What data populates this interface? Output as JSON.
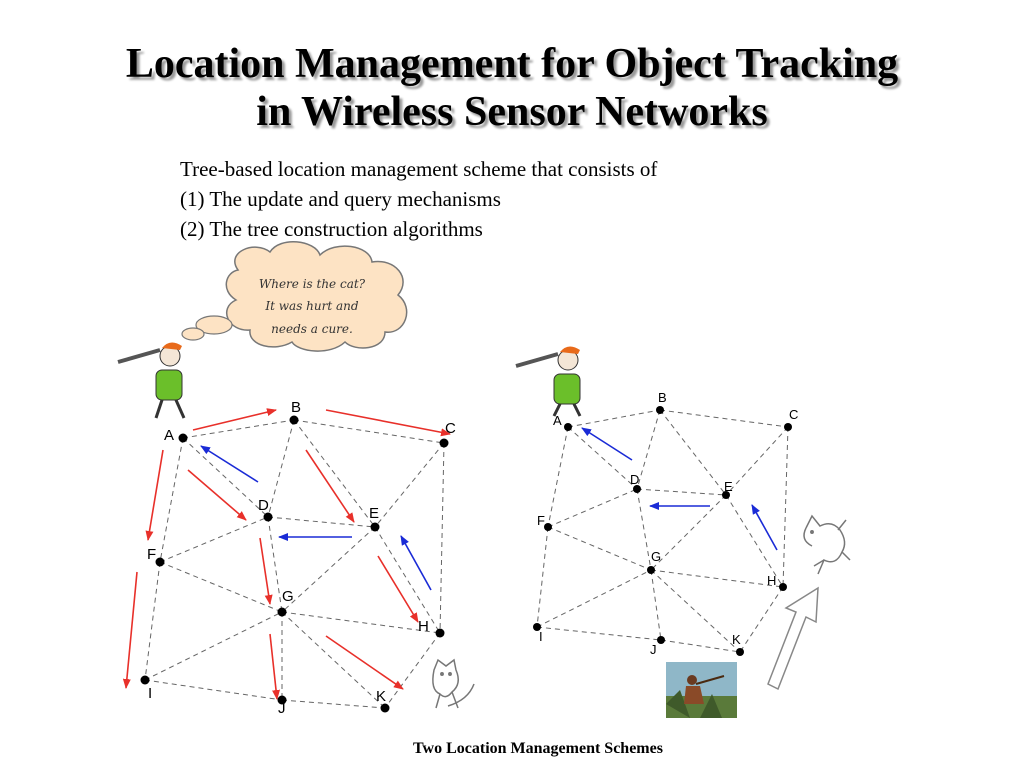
{
  "title": {
    "line1": "Location Management for Object Tracking",
    "line2": "in Wireless Sensor Networks"
  },
  "bullets": [
    "Tree-based location management scheme that consists of",
    "(1) The update and query mechanisms",
    "(2) The tree construction algorithms"
  ],
  "thought_bubble": {
    "lines": [
      "Where is the cat?",
      "It was hurt and",
      "needs a cure."
    ]
  },
  "caption": "Two Location Management Schemes",
  "colors": {
    "red_arrow": "#e8302a",
    "blue_arrow": "#1a2bd6",
    "edge": "#666666",
    "node": "#000000"
  },
  "left_network": {
    "nodes": [
      "A",
      "B",
      "C",
      "D",
      "E",
      "F",
      "G",
      "H",
      "I",
      "J",
      "K"
    ]
  },
  "right_network": {
    "nodes": [
      "A",
      "B",
      "C",
      "D",
      "E",
      "F",
      "G",
      "H",
      "I",
      "J",
      "K"
    ]
  }
}
